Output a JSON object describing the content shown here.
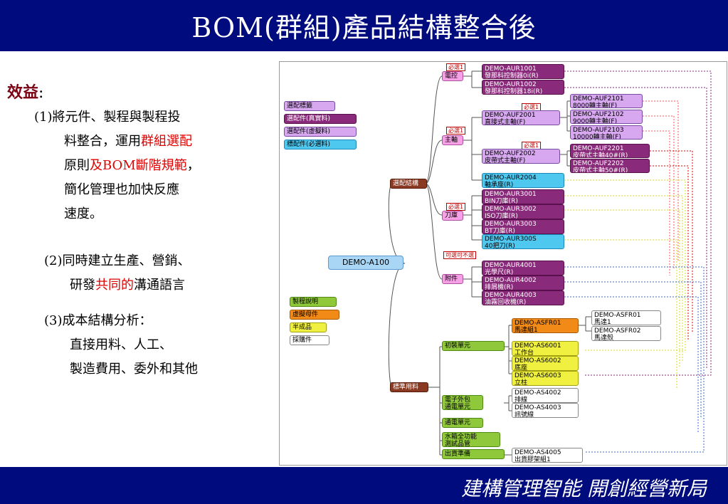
{
  "header": {
    "title": "BOM(群組)產品結構整合後"
  },
  "footer": {
    "slogan": "建構管理智能 開創經營新局"
  },
  "left": {
    "title": "效益",
    "colon": ":",
    "p1_a": "(1)將元件、製程與製程投",
    "p1_b1": "料整合，運用",
    "p1_b2": "群組選配",
    "p1_c1": "原則",
    "p1_c2": "及BOM斷階規範",
    "p1_c3": "，",
    "p1_d": "簡化管理也加快反應",
    "p1_e": "速度。",
    "p2_a": "(2)同時建立生產、營銷、",
    "p2_b1": "研發",
    "p2_b2": "共同的",
    "p2_b3": "溝通語言",
    "p3_a": "(3)成本結構分析：",
    "p3_b": "直接用料、人工、",
    "p3_c": "製造費用、委外和其他"
  },
  "legend": [
    "選配標籤",
    "選配件(真實料)",
    "選配件(虛擬料)",
    "標配件(必選料)"
  ],
  "legend2": [
    "製程說明",
    "虛擬母件",
    "半成品",
    "採購件"
  ],
  "tags": {
    "required": "必選1",
    "optional": "可選可不選"
  },
  "nodes": {
    "root": "DEMO-A100",
    "opt": "選配結構",
    "std": "標準用料",
    "elec": "電控",
    "spindle": "主軸",
    "tool": "刀庫",
    "acc": "附件",
    "aur1001": [
      "DEMO-AUR1001",
      "發那科控制器0i(R)"
    ],
    "aur1002": [
      "DEMO-AUR1002",
      "發那科控制器18i(R)"
    ],
    "auf2001": [
      "DEMO-AUF2001",
      "直接式主軸(F)"
    ],
    "auf2002": [
      "DEMO-AUF2002",
      "皮帶式主軸(F)"
    ],
    "aur2004": [
      "DEMO-AUR2004",
      "軸承座(R)"
    ],
    "auf2101": [
      "DEMO-AUF2101",
      "8000轉主軸(F)"
    ],
    "auf2102": [
      "DEMO-AUF2102",
      "9000轉主軸(F)"
    ],
    "auf2103": [
      "DEMO-AUF2103",
      "10000轉主軸(F)"
    ],
    "auf2201": [
      "DEMO-AUF2201",
      "皮帶式主軸40#(R)"
    ],
    "auf2202": [
      "DEMO-AUF2202",
      "皮帶式主軸50#(R)"
    ],
    "aur3001": [
      "DEMO-AUR3001",
      "BIN刀庫(R)"
    ],
    "aur3002": [
      "DEMO-AUR3002",
      "ISO刀庫(R)"
    ],
    "aur3003": [
      "DEMO-AUR3003",
      "BT刀庫(R)"
    ],
    "aur300s": [
      "DEMO-AUR300S",
      "40把刀(R)"
    ],
    "aur4001": [
      "DEMO-AUR4001",
      "光學尺(R)"
    ],
    "aur4002": [
      "DEMO-AUR4002",
      "排屑機(R)"
    ],
    "aur4003": [
      "DEMO-AUR4003",
      "油霧回收機(R)"
    ],
    "init": "初裝單元",
    "elecpack": [
      "電子外包",
      "通電單元"
    ],
    "power": "通電單元",
    "water": [
      "水箱全功能",
      "測試品管"
    ],
    "ship": "出貨準備",
    "asfr01": [
      "DEMO-ASFR01",
      "馬達組1"
    ],
    "asfr01c": [
      "DEMO-ASFR01",
      "馬達1"
    ],
    "asfr02": [
      "DEMO-ASFR02",
      "馬達殼"
    ],
    "as6001": [
      "DEMO-AS6001",
      "工作台"
    ],
    "as6002": [
      "DEMO-AS6002",
      "底座"
    ],
    "as6003": [
      "DEMO-AS6003",
      "立柱"
    ],
    "as4002": [
      "DEMO-AS4002",
      "排線"
    ],
    "as4003": [
      "DEMO-AS4003",
      "訊號線"
    ],
    "as4005": [
      "DEMO-AS4005",
      "出貨膠架組1"
    ]
  },
  "colors": {
    "header_bg": "#000b7e",
    "red": "#e00000",
    "brown": "#7a0012"
  }
}
